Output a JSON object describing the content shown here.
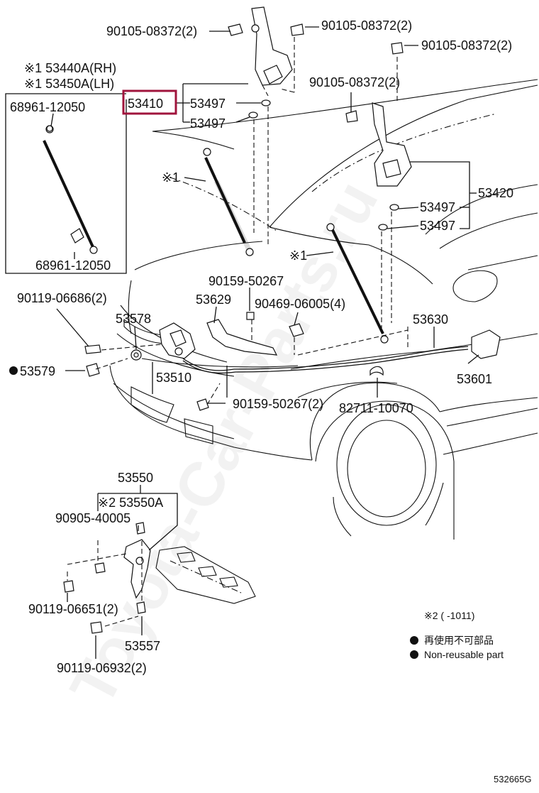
{
  "watermark": "Toyota-Car-Parts.ru",
  "figure_code": "532665G",
  "highlight_color": "#a0143c",
  "labels": {
    "p53440a": "※1 53440A(RH)",
    "p53450a": "※1 53450A(LH)",
    "p68961_top": "68961-12050",
    "p68961_bot": "68961-12050",
    "p90105_a": "90105-08372(2)",
    "p90105_b": "90105-08372(2)",
    "p90105_c": "90105-08372(2)",
    "p90105_d": "90105-08372(2)",
    "p53410": "53410",
    "p53497_a": "53497",
    "p53497_b": "53497",
    "p53497_c": "53497",
    "p53497_d": "53497",
    "p53420": "53420",
    "x1_left": "※1",
    "x1_mid": "※1",
    "p90159_top": "90159-50267",
    "p90119_06686": "90119-06686(2)",
    "p53578": "53578",
    "p53629": "53629",
    "p90469": "90469-06005(4)",
    "p53630": "53630",
    "p53579": "53579",
    "p53510": "53510",
    "p53601": "53601",
    "p90159_bot": "90159-50267(2)",
    "p82711": "82711-10070",
    "p53550": "53550",
    "p53550a": "※2 53550A",
    "p90905": "90905-40005",
    "p90119_06651": "90119-06651(2)",
    "p53557": "53557",
    "p90119_06932": "90119-06932(2)"
  },
  "legend": {
    "note": "※2 (     -1011)",
    "jp": "再使用不可部品",
    "en": "Non-reusable part"
  }
}
